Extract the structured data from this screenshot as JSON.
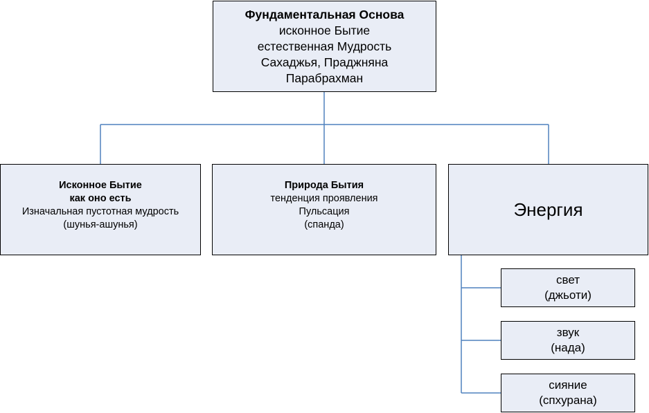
{
  "root": {
    "title": "Фундаментальная Основа",
    "lines": [
      "исконное Бытие",
      "естественная Мудрость",
      "Сахаджья, Праджняна",
      "Парабрахман"
    ]
  },
  "children": [
    {
      "title_lines": [
        "Исконное Бытие",
        "как оно есть"
      ],
      "lines": [
        "Изначальная пустотная мудрость",
        "(шунья-ашунья)"
      ]
    },
    {
      "title_lines": [
        "Природа Бытия"
      ],
      "lines": [
        "тенденция проявления",
        "Пульсация",
        "(спанда)"
      ]
    },
    {
      "title_lines": [],
      "lines": [
        "Энергия"
      ]
    }
  ],
  "energy_subitems": [
    {
      "lines": [
        "свет",
        "(джьоти)"
      ]
    },
    {
      "lines": [
        "звук",
        "(нада)"
      ]
    },
    {
      "lines": [
        "сияние",
        "(спхурана)"
      ]
    }
  ],
  "colors": {
    "box_fill": "#e9edf6",
    "box_border": "#000000",
    "connector": "#4f81bd"
  }
}
